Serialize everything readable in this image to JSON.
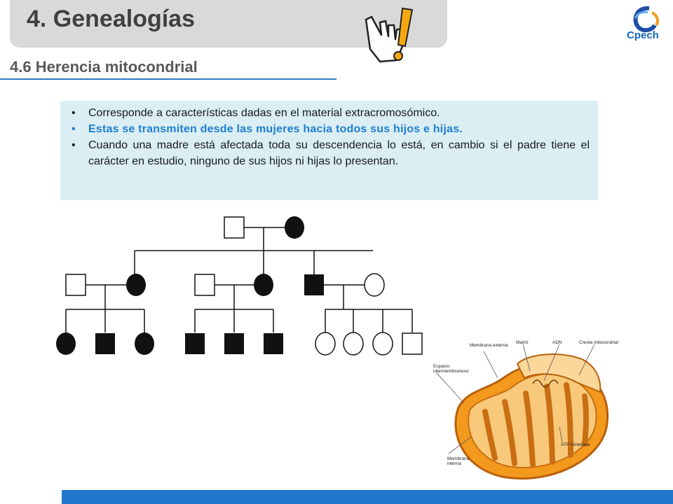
{
  "title": "4. Genealogías",
  "subtitle": "4.6 Herencia mitocondrial",
  "logo_text": "Cpech",
  "bullets": [
    "Corresponde a características dadas en el material extracromosómico.",
    "Estas se transmiten desde las mujeres hacia todos sus hijos e hijas.",
    "Cuando una madre está afectada toda su descendencia lo está, en cambio si el padre tiene el carácter en estudio, ninguno de sus hijos ni hijas lo presentan."
  ],
  "mito_labels": {
    "membrana_externa": "Membrana externa",
    "matriz": "Matriz",
    "adn": "ADN",
    "cresta": "Cresta mitocondrial",
    "espacio": "Espacio intermembranoso",
    "atp": "ATP-Sintetasa",
    "membrana_interna": "Membrana interna"
  },
  "colors": {
    "accent_blue": "#1f78cc",
    "highlight_blue": "#1f7fd1",
    "panel_bg": "#daeef3",
    "banner_gray": "#d9d9d9",
    "mito_orange": "#f39a1e"
  }
}
